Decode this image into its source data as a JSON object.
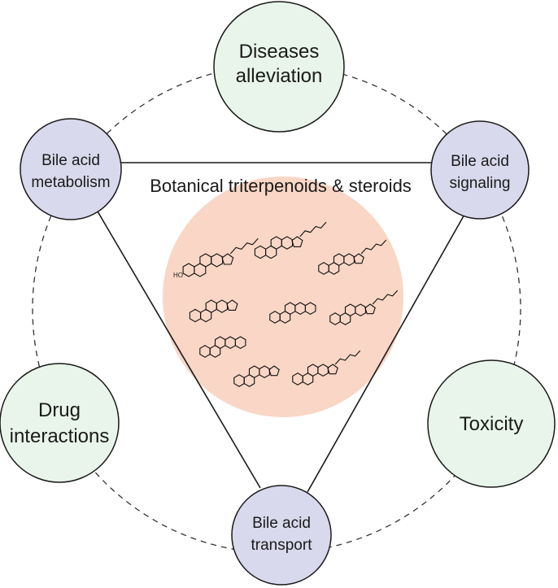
{
  "center_title": "Botanical triterpenoids & steroids",
  "hydroxyl_label": "HO",
  "nodes": {
    "diseases": {
      "line1": "Diseases",
      "line2": "alleviation",
      "color": "#e9f5ea"
    },
    "drug": {
      "line1": "Drug",
      "line2": "interactions",
      "color": "#e9f5ea"
    },
    "toxicity": {
      "line1": "Toxicity",
      "color": "#e9f5ea"
    },
    "metabolism": {
      "line1": "Bile acid",
      "line2": "metabolism",
      "color": "#d9d9ed"
    },
    "signaling": {
      "line1": "Bile acid",
      "line2": "signaling",
      "color": "#d9d9ed"
    },
    "transport": {
      "line1": "Bile acid",
      "line2": "transport",
      "color": "#d9d9ed"
    }
  },
  "center_color": "#f9d6c5",
  "line_color": "#1a1a1a"
}
